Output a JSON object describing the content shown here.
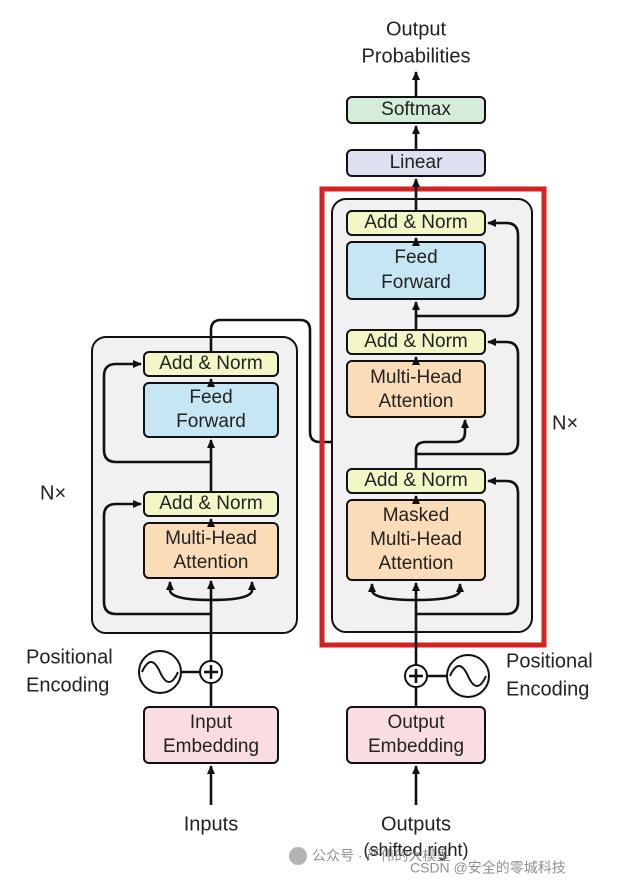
{
  "encoder": {
    "add_norm_1": "Add & Norm",
    "ff_line1": "Feed",
    "ff_line2": "Forward",
    "add_norm_2": "Add & Norm",
    "mha_line1": "Multi-Head",
    "mha_line2": "Attention",
    "repeat": "N×",
    "pos_line1": "Positional",
    "pos_line2": "Encoding",
    "emb_line1": "Input",
    "emb_line2": "Embedding",
    "input_label": "Inputs"
  },
  "decoder": {
    "out_line1": "Output",
    "out_line2": "Probabilities",
    "softmax": "Softmax",
    "linear": "Linear",
    "add_norm_top": "Add & Norm",
    "ff_line1": "Feed",
    "ff_line2": "Forward",
    "add_norm_mid": "Add & Norm",
    "mha_line1": "Multi-Head",
    "mha_line2": "Attention",
    "add_norm_bot": "Add & Norm",
    "masked_line1": "Masked",
    "masked_line2": "Multi-Head",
    "masked_line3": "Attention",
    "repeat": "N×",
    "pos_line1": "Positional",
    "pos_line2": "Encoding",
    "emb_line1": "Output",
    "emb_line2": "Embedding",
    "output_label": "Outputs",
    "output_label_suffix": "(shifted right)"
  },
  "watermark": {
    "wechat": "公众号 · 严伟的大模型",
    "csdn": "CSDN @安全的零城科技"
  },
  "colors": {
    "add_norm": "#f3f7c8",
    "feed_forward": "#c7e6f4",
    "attention": "#fbdcb8",
    "embedding": "#f9dde0",
    "softmax": "#d5ecd8",
    "linear": "#dde0ef",
    "block_bg": "#f1f1f1",
    "highlight": "#d42222"
  }
}
